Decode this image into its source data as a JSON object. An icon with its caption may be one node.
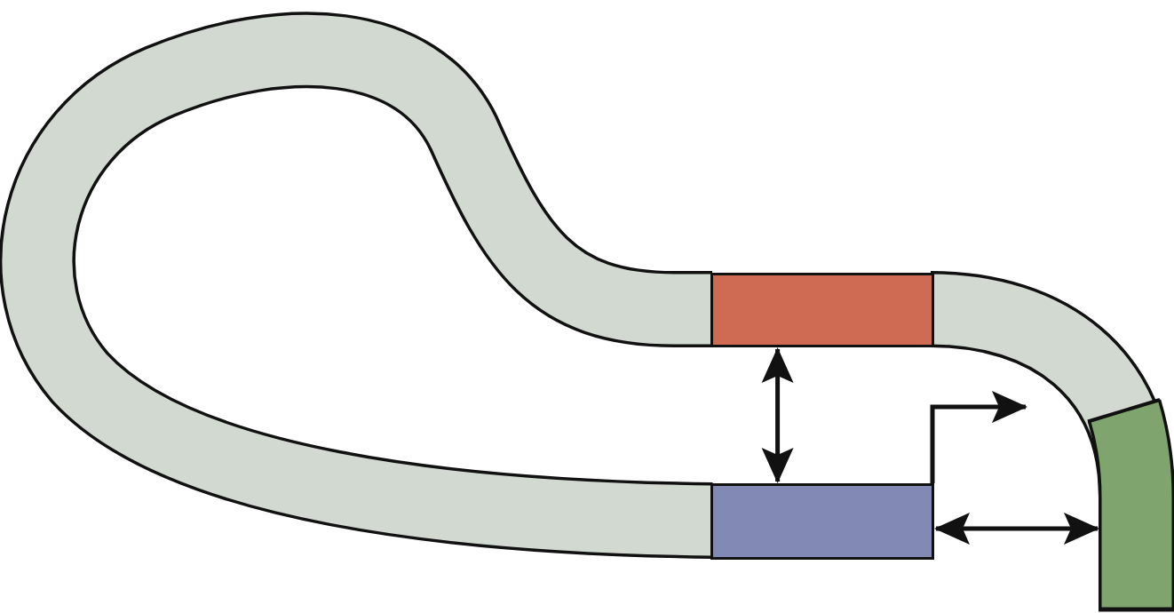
{
  "diagram": {
    "nodes": [
      {
        "text": [],
        "shape": "box"
      },
      {
        "text": [],
        "shape": "box"
      },
      {
        "text": [],
        "shape": "bar"
      }
    ],
    "edges": [
      {
        "from": 0,
        "to": 1,
        "arrow": "both"
      },
      {
        "from": 1,
        "to": null,
        "arrow": "to"
      },
      {
        "from": 1,
        "to": 2,
        "arrow": "both"
      }
    ]
  }
}
